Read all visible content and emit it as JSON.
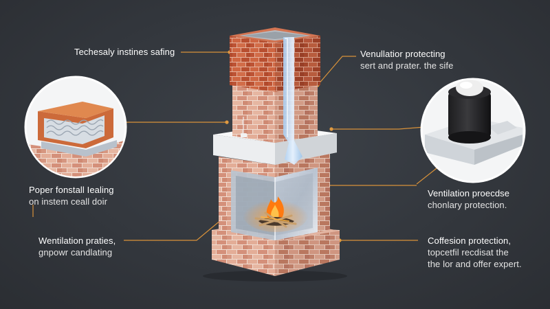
{
  "colors": {
    "background": "#33373d",
    "callout_line": "#d9923a",
    "brick": "#d99b80",
    "brick_top": "#c65a38",
    "fire": "#ff8a1a",
    "text": "#ffffff"
  },
  "icons": [
    "brick-chimney-illustration",
    "vent-cap-illustration",
    "flue-liner-illustration",
    "fire-flame-icon"
  ],
  "callouts": {
    "top_left": {
      "line1": "Techesaly instines safing"
    },
    "top_right": {
      "line1": "Venullatior protecting",
      "line2": "sert and prater. the sife"
    },
    "mid_left": {
      "line1": "Poper fonstall Iealing",
      "line2": "on instem ceall doir"
    },
    "mid_right": {
      "line1": "Ventilation proecdse",
      "line2": "chonlary protection."
    },
    "bottom_left": {
      "line1": "Wentilation praties,",
      "line2": "gnpowr candlating"
    },
    "bottom_right": {
      "line1": "Coffesion protection,",
      "line2": "topcetfil recdisat the",
      "line3": "the lor and offer expert."
    }
  }
}
